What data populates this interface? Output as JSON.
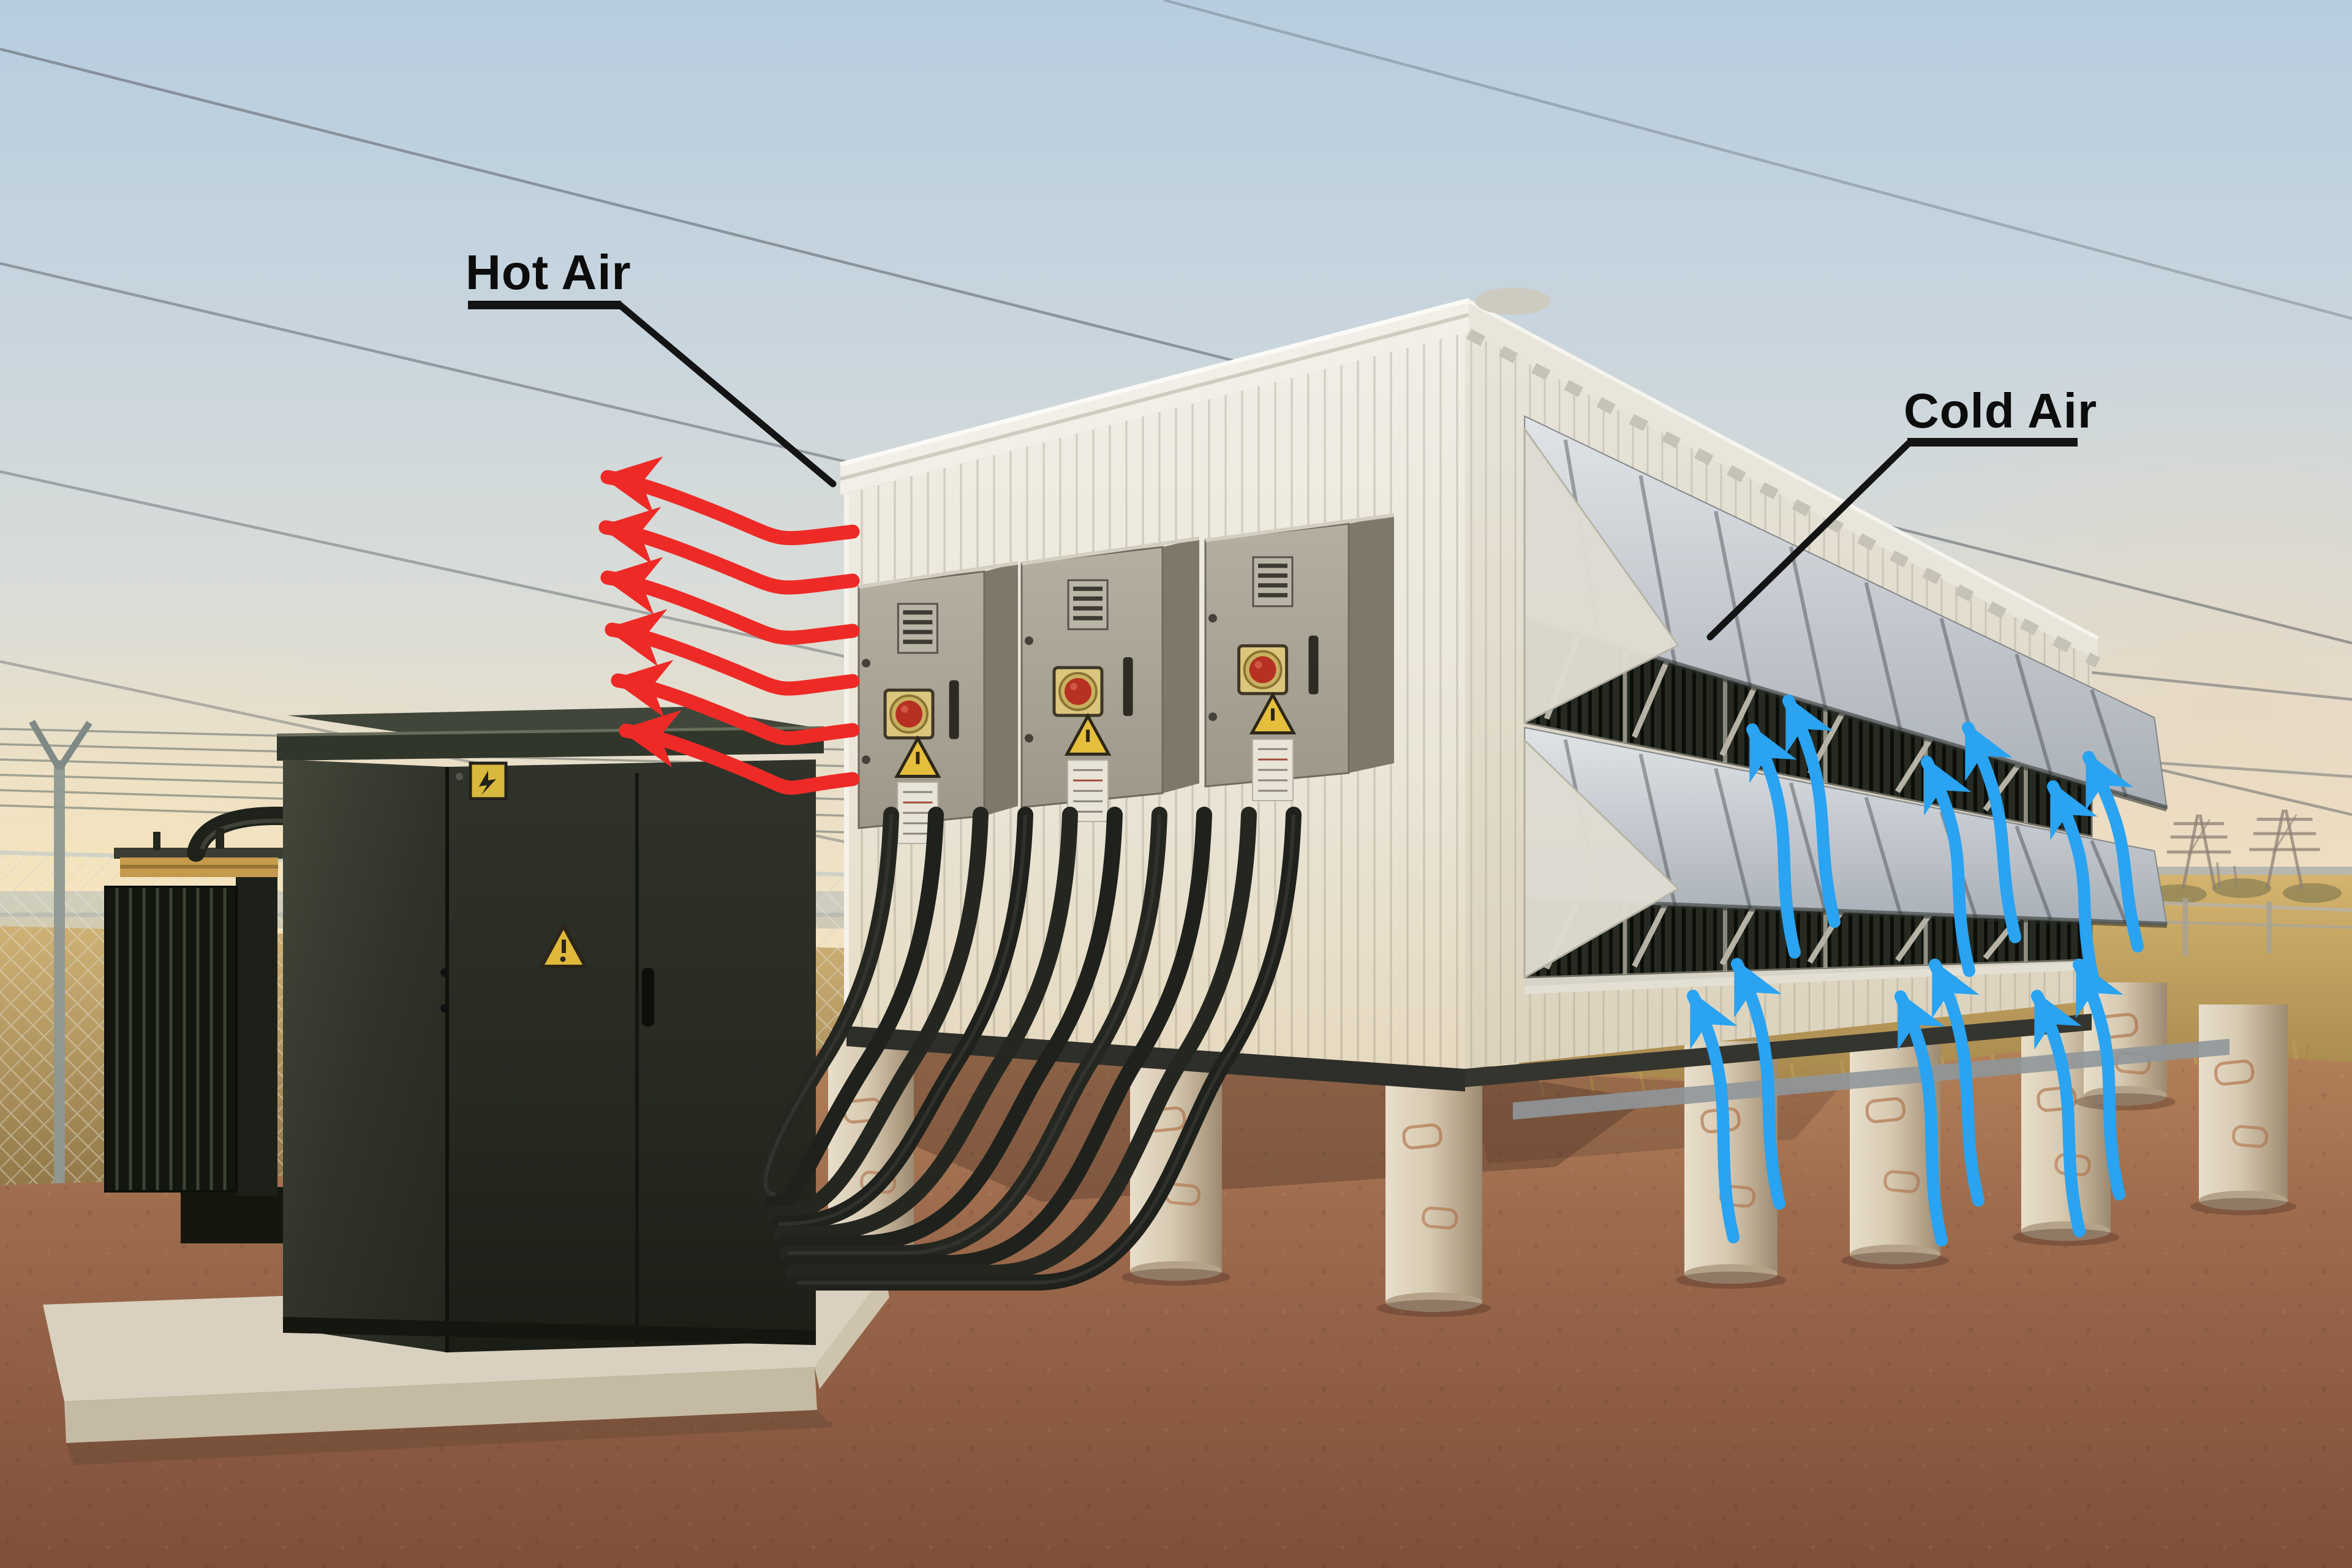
{
  "annotations": {
    "text_color": "#0c0c0c",
    "leader_color": "#141414",
    "hot_air": {
      "label": "Hot Air",
      "color": "#ee2a26",
      "arrow_count": 6,
      "flow": "exhaust-to-left"
    },
    "cold_air": {
      "label": "Cold Air",
      "color": "#29a3f2",
      "arrow_count": 12,
      "flow": "intake-upward"
    }
  }
}
